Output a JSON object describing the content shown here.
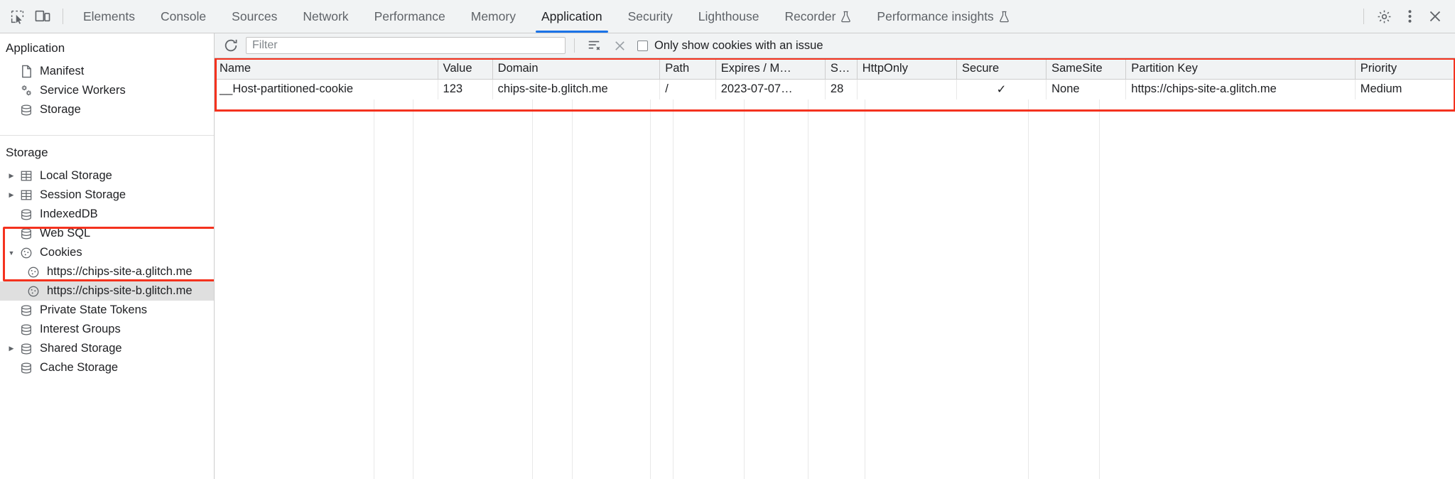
{
  "toolbar": {
    "inspect_icon": "inspect-element-icon",
    "device_icon": "device-toolbar-icon",
    "tabs": [
      {
        "label": "Elements",
        "active": false,
        "experimental": false
      },
      {
        "label": "Console",
        "active": false,
        "experimental": false
      },
      {
        "label": "Sources",
        "active": false,
        "experimental": false
      },
      {
        "label": "Network",
        "active": false,
        "experimental": false
      },
      {
        "label": "Performance",
        "active": false,
        "experimental": false
      },
      {
        "label": "Memory",
        "active": false,
        "experimental": false
      },
      {
        "label": "Application",
        "active": true,
        "experimental": false
      },
      {
        "label": "Security",
        "active": false,
        "experimental": false
      },
      {
        "label": "Lighthouse",
        "active": false,
        "experimental": false
      },
      {
        "label": "Recorder",
        "active": false,
        "experimental": true
      },
      {
        "label": "Performance insights",
        "active": false,
        "experimental": true
      }
    ],
    "settings_icon": "gear-icon",
    "more_icon": "kebab-menu-icon",
    "close_icon": "close-icon",
    "accent_color": "#1a73e8"
  },
  "sidebar": {
    "application_header": "Application",
    "application_items": [
      {
        "label": "Manifest",
        "icon": "document-icon",
        "arrow": false,
        "selected": false
      },
      {
        "label": "Service Workers",
        "icon": "gears-icon",
        "arrow": false,
        "selected": false
      },
      {
        "label": "Storage",
        "icon": "database-icon",
        "arrow": false,
        "selected": false
      }
    ],
    "storage_header": "Storage",
    "storage_items": [
      {
        "label": "Local Storage",
        "icon": "table-icon",
        "arrow": true,
        "selected": false,
        "indent": 0
      },
      {
        "label": "Session Storage",
        "icon": "table-icon",
        "arrow": true,
        "selected": false,
        "indent": 0
      },
      {
        "label": "IndexedDB",
        "icon": "database-icon",
        "arrow": false,
        "selected": false,
        "indent": 0
      },
      {
        "label": "Web SQL",
        "icon": "database-icon",
        "arrow": false,
        "selected": false,
        "indent": 0
      },
      {
        "label": "Cookies",
        "icon": "cookie-icon",
        "arrow": true,
        "expanded": true,
        "selected": false,
        "indent": 0
      },
      {
        "label": "https://chips-site-a.glitch.me",
        "icon": "cookie-icon",
        "arrow": false,
        "selected": false,
        "indent": 1
      },
      {
        "label": "https://chips-site-b.glitch.me",
        "icon": "cookie-icon",
        "arrow": false,
        "selected": true,
        "indent": 1
      },
      {
        "label": "Private State Tokens",
        "icon": "database-icon",
        "arrow": false,
        "selected": false,
        "indent": 0
      },
      {
        "label": "Interest Groups",
        "icon": "database-icon",
        "arrow": false,
        "selected": false,
        "indent": 0
      },
      {
        "label": "Shared Storage",
        "icon": "database-icon",
        "arrow": true,
        "selected": false,
        "indent": 0
      },
      {
        "label": "Cache Storage",
        "icon": "database-icon",
        "arrow": false,
        "selected": false,
        "indent": 0
      }
    ]
  },
  "filterbar": {
    "refresh_icon": "refresh-icon",
    "filter_placeholder": "Filter",
    "filter_value": "",
    "clear_filter_icon": "clear-filter-icon",
    "clear_icon": "close-icon",
    "issue_checkbox_label": "Only show cookies with an issue",
    "issue_checkbox_checked": false
  },
  "cookies_table": {
    "columns": [
      "Name",
      "Value",
      "Domain",
      "Path",
      "Expires / M…",
      "Size",
      "HttpOnly",
      "Secure",
      "SameSite",
      "Partition Key",
      "Priority"
    ],
    "rows": [
      {
        "Name": "__Host-partitioned-cookie",
        "Value": "123",
        "Domain": "chips-site-b.glitch.me",
        "Path": "/",
        "Expires / M…": "2023-07-07…",
        "Size": "28",
        "HttpOnly": "",
        "Secure": "✓",
        "SameSite": "None",
        "Partition Key": "https://chips-site-a.glitch.me",
        "Priority": "Medium"
      }
    ]
  },
  "annotations": {
    "highlight_color": "#f4321e"
  }
}
